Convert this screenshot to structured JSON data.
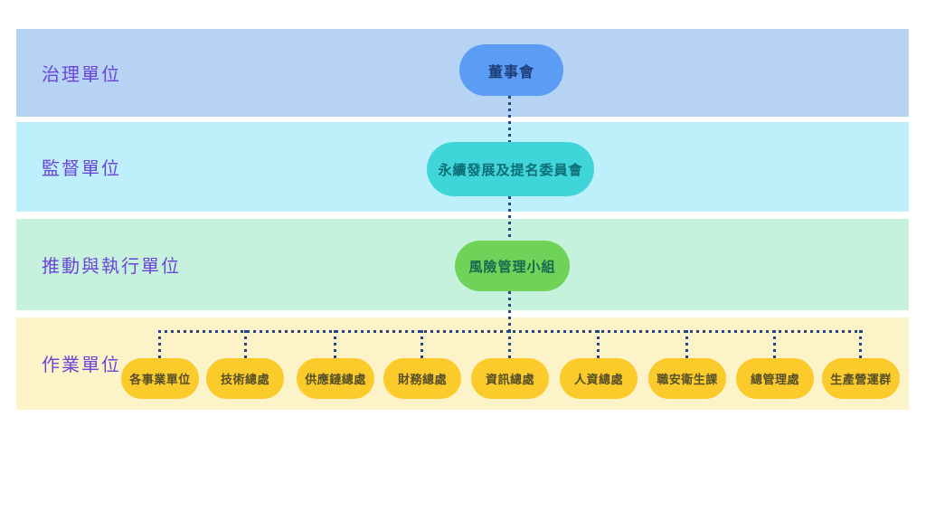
{
  "diagram": {
    "type": "org-chart",
    "bands": [
      {
        "id": "governance",
        "label": "治理單位",
        "bg": "#B6D3F4",
        "nodes": [
          {
            "label": "董事會",
            "bg": "#5B9CF4",
            "text_color": "#1D3D77"
          }
        ]
      },
      {
        "id": "supervision",
        "label": "監督單位",
        "bg": "#BEF0FB",
        "nodes": [
          {
            "label": "永續發展及提名委員會",
            "bg": "#3FD5D9",
            "text_color": "#0C6E74"
          }
        ]
      },
      {
        "id": "execution",
        "label": "推動與執行單位",
        "bg": "#C6F1DD",
        "nodes": [
          {
            "label": "風險管理小組",
            "bg": "#6FD35A",
            "text_color": "#156B4F"
          }
        ]
      },
      {
        "id": "operations",
        "label": "作業單位",
        "bg": "#FDF3C9",
        "nodes": [
          {
            "label": "各事業單位",
            "bg": "#FBCB2B",
            "text_color": "#564F27"
          },
          {
            "label": "技術總處",
            "bg": "#FBCB2B",
            "text_color": "#564F27"
          },
          {
            "label": "供應鏈總處",
            "bg": "#FBCB2B",
            "text_color": "#564F27"
          },
          {
            "label": "財務總處",
            "bg": "#FBCB2B",
            "text_color": "#564F27"
          },
          {
            "label": "資訊總處",
            "bg": "#FBCB2B",
            "text_color": "#564F27"
          },
          {
            "label": "人資總處",
            "bg": "#FBCB2B",
            "text_color": "#564F27"
          },
          {
            "label": "職安衛生課",
            "bg": "#FBCB2B",
            "text_color": "#564F27"
          },
          {
            "label": "總管理處",
            "bg": "#FBCB2B",
            "text_color": "#564F27"
          },
          {
            "label": "生產營運群",
            "bg": "#FBCB2B",
            "text_color": "#564F27"
          }
        ]
      }
    ],
    "hierarchy": [
      "董事會 → 永續發展及提名委員會 → 風險管理小組 → 作業單位(9)"
    ],
    "colors": {
      "band_label_text": "#6A45D8",
      "connector_dotted": "#2A4384",
      "page_background": "#FFFFFF"
    }
  }
}
